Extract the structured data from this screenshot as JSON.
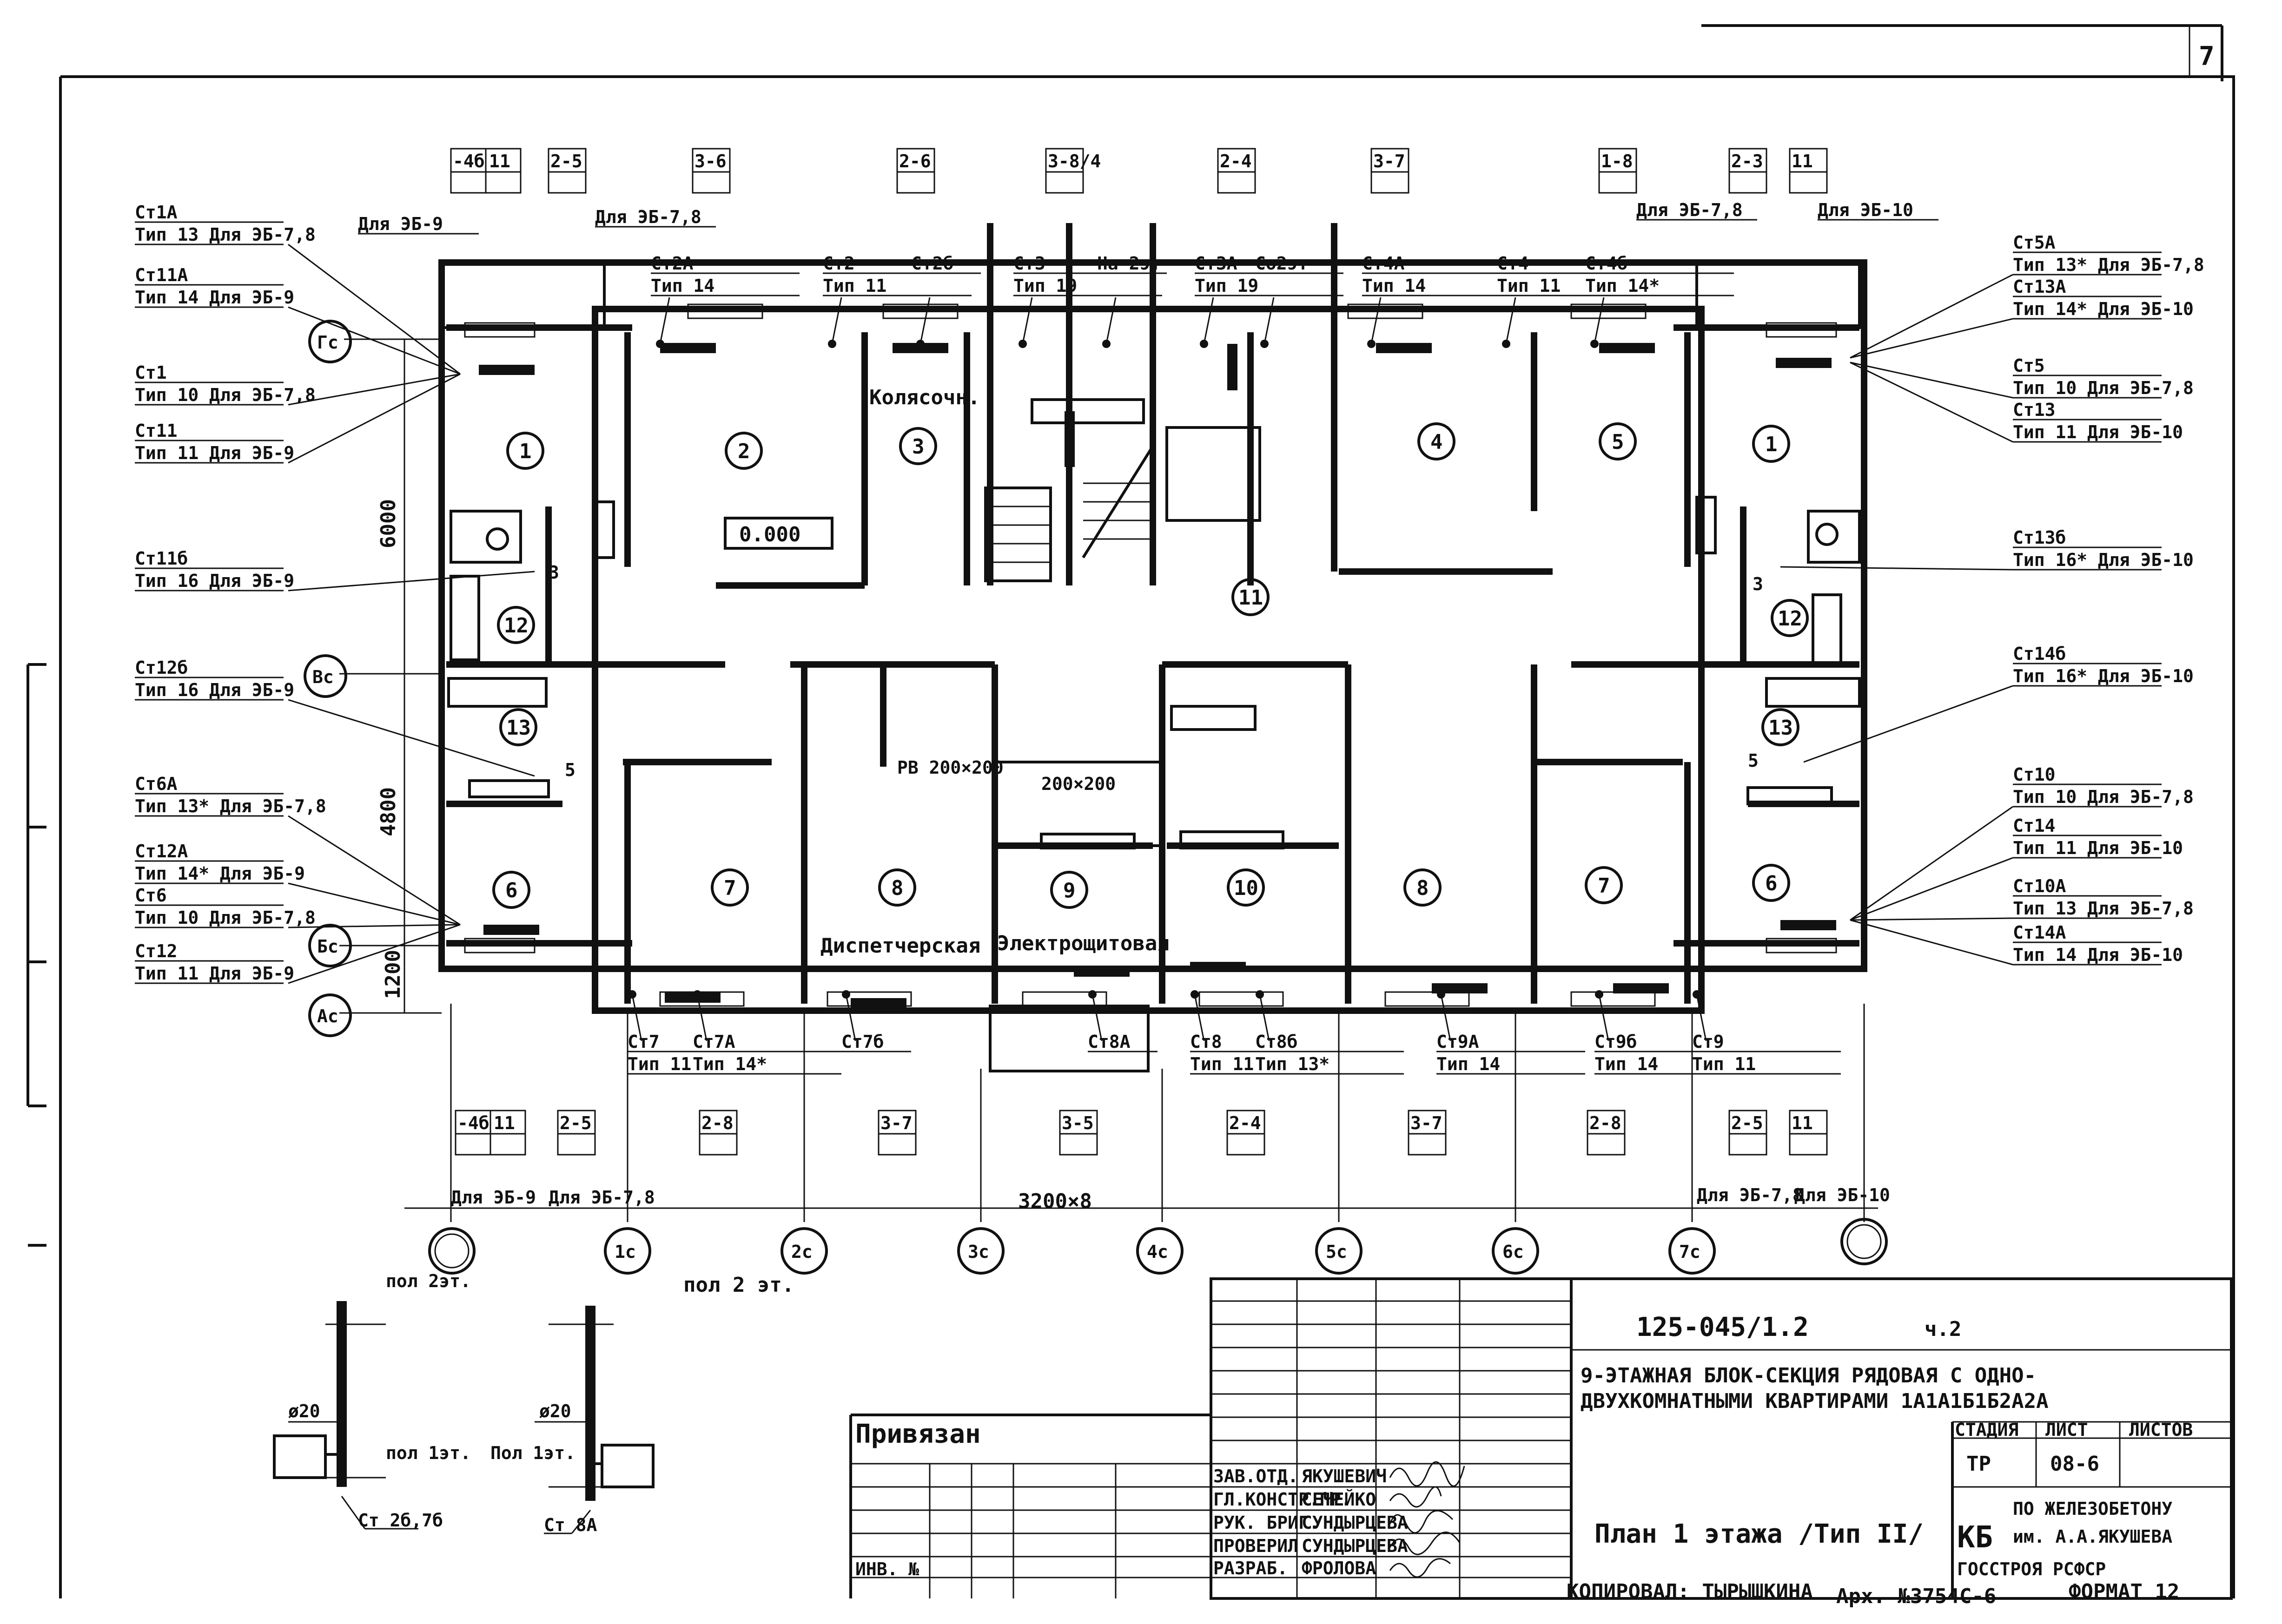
{
  "sheet_number": "7",
  "drawing_code": "125-045/1.2",
  "part": "ч.2",
  "title_line1": "9-ЭТАЖНАЯ БЛОК-СЕКЦИЯ РЯДОВАЯ С ОДНО-",
  "title_line2": "ДВУХКОМНАТНЫМИ КВАРТИРАМИ 1А1А1Б1Б2А2А",
  "sheet_title": "План 1 этажа /Тип II/",
  "stage_headers": [
    "СТАДИЯ",
    "ЛИСТ",
    "ЛИСТОВ"
  ],
  "stage": "ТР",
  "sheet_ref": "08-6",
  "org_logo": "КБ",
  "org_line1": "ПО ЖЕЛЕЗОБЕТОНУ",
  "org_line2": "им. А.А.ЯКУШЕВА",
  "org_line3": "ГОССТРОЯ РСФСР",
  "format": "ФОРМАТ 12",
  "copied_by": "КОПИРОВАЛ: ТЫРЫШКИНА",
  "archive_no": "Арх. №3754С-6",
  "privyazan": "Привязан",
  "inv_no": "ИНВ. №",
  "staff": [
    {
      "role": "ЗАВ.ОТД.",
      "name": "ЯКУШЕВИЧ"
    },
    {
      "role": "ГЛ.КОНСТР.ПР.",
      "name": "СЕЧЕЙКО"
    },
    {
      "role": "РУК. БРИГ.",
      "name": "СУНДЫРЦЕВА"
    },
    {
      "role": "ПРОВЕРИЛ",
      "name": "СУНДЫРЦЕВА"
    },
    {
      "role": "РАЗРАБ.",
      "name": "ФРОЛОВА"
    }
  ],
  "rooms": {
    "kolyasochn": "Колясочн.",
    "dispatch": "Диспетчерская",
    "electric": "Электрощитовая",
    "level": "0.000",
    "duct": "200×200",
    "numbers": [
      "1",
      "2",
      "3",
      "4",
      "5",
      "1",
      "11",
      "12",
      "12",
      "13",
      "13",
      "6",
      "7",
      "8",
      "9",
      "10",
      "8",
      "7",
      "6"
    ]
  },
  "dims": {
    "d6000": "6000",
    "d4800": "4800",
    "d1200": "1200",
    "span": "3200×8"
  },
  "axes_rows": [
    "Гс",
    "Вс",
    "Бс",
    "Ас"
  ],
  "axes_cols": [
    "1с",
    "2с",
    "3с",
    "4с",
    "5с",
    "6с",
    "7с"
  ],
  "top_boxes": [
    {
      "a": "-4б",
      "b": "11"
    },
    {
      "a": "2-5"
    },
    {
      "a": "3-6"
    },
    {
      "a": "2-6"
    },
    {
      "a": "3-8/4"
    },
    {
      "a": "2-4"
    },
    {
      "a": "3-7"
    },
    {
      "a": "1-8"
    },
    {
      "a": "2-3"
    },
    {
      "a": "11"
    }
  ],
  "top_notes": [
    "Для ЭБ-9",
    "Для ЭБ-7,8",
    "Для ЭБ-7,8",
    "Для ЭБ-10"
  ],
  "bottom_boxes": [
    {
      "a": "-4б",
      "b": "11"
    },
    {
      "a": "2-5"
    },
    {
      "a": "2-8"
    },
    {
      "a": "3-7"
    },
    {
      "a": "3-5"
    },
    {
      "a": "2-4"
    },
    {
      "a": "3-7"
    },
    {
      "a": "2-8"
    },
    {
      "a": "2-5"
    },
    {
      "a": "11"
    }
  ],
  "bottom_notes": [
    "Для ЭБ-9",
    "Для ЭБ-7,8",
    "Для ЭБ-7,8",
    "Для ЭБ-10"
  ],
  "left_callouts": [
    {
      "l1": "Ст1А",
      "l2": "Тип 13 Для ЭБ-7,8"
    },
    {
      "l1": "Ст11А",
      "l2": "Тип 14 Для ЭБ-9"
    },
    {
      "l1": "Ст1",
      "l2": "Тип 10 Для ЭБ-7,8"
    },
    {
      "l1": "Ст11",
      "l2": "Тип 11 Для ЭБ-9"
    },
    {
      "l1": "Ст11б",
      "l2": "Тип 16 Для ЭБ-9"
    },
    {
      "l1": "Ст12б",
      "l2": "Тип 16 Для ЭБ-9"
    },
    {
      "l1": "Ст6А",
      "l2": "Тип 13* Для ЭБ-7,8"
    },
    {
      "l1": "Ст12А",
      "l2": "Тип 14* Для ЭБ-9"
    },
    {
      "l1": "Ст6",
      "l2": "Тип 10 Для ЭБ-7,8"
    },
    {
      "l1": "Ст12",
      "l2": "Тип 11 Для ЭБ-9"
    }
  ],
  "right_callouts": [
    {
      "l1": "Ст5А",
      "l2": "Тип 13* Для ЭБ-7,8"
    },
    {
      "l1": "Ст13А",
      "l2": "Тип 14* Для ЭБ-10"
    },
    {
      "l1": "Ст5",
      "l2": "Тип 10 Для ЭБ-7,8"
    },
    {
      "l1": "Ст13",
      "l2": "Тип 11 Для ЭБ-10"
    },
    {
      "l1": "Ст13б",
      "l2": "Тип 16* Для ЭБ-10"
    },
    {
      "l1": "Ст14б",
      "l2": "Тип 16* Для ЭБ-10"
    },
    {
      "l1": "Ст10",
      "l2": "Тип 10 Для ЭБ-7,8"
    },
    {
      "l1": "Ст14",
      "l2": "Тип 11 Для ЭБ-10"
    },
    {
      "l1": "Ст10А",
      "l2": "Тип 13 Для ЭБ-7,8"
    },
    {
      "l1": "Ст14А",
      "l2": "Тип 14 Для ЭБ-10"
    }
  ],
  "top_risers": [
    {
      "l1": "Ст2А",
      "l2": "Тип 14"
    },
    {
      "l1": "Ст2",
      "l2": "Тип 11"
    },
    {
      "l1": "Ст2б",
      "l2": ""
    },
    {
      "l1": "Ст3",
      "l2": "Тип 19"
    },
    {
      "l1": "На 2эт",
      "l2": ""
    },
    {
      "l1": "Ст3А",
      "l2": "Тип 19"
    },
    {
      "l1": "Со2эт",
      "l2": ""
    },
    {
      "l1": "Ст4А",
      "l2": "Тип 14"
    },
    {
      "l1": "Ст4",
      "l2": "Тип 11"
    },
    {
      "l1": "Ст4б",
      "l2": "Тип 14*"
    }
  ],
  "bottom_risers": [
    {
      "l1": "Ст7",
      "l2": "Тип 11"
    },
    {
      "l1": "Ст7А",
      "l2": "Тип 14*"
    },
    {
      "l1": "Ст7б",
      "l2": ""
    },
    {
      "l1": "Ст8А",
      "l2": ""
    },
    {
      "l1": "Ст8",
      "l2": "Тип 11"
    },
    {
      "l1": "Ст8б",
      "l2": "Тип 13*"
    },
    {
      "l1": "Ст9А",
      "l2": "Тип 14"
    },
    {
      "l1": "Ст9б",
      "l2": "Тип 14"
    },
    {
      "l1": "Ст9",
      "l2": "Тип 11"
    }
  ],
  "riser_marks": {
    "r3a": "3",
    "r3b": "3",
    "r5a": "5",
    "r5b": "5",
    "pb": "РВ 200×200"
  },
  "details": {
    "floor2a": "пол 2эт.",
    "floor2b": "пол 2 эт.",
    "floor1a": "пол 1эт.",
    "floor1b": "Пол 1эт.",
    "dia_a": "ø20",
    "dia_b": "ø20",
    "cap_a": "Ст 2б,7б",
    "cap_b": "Ст 8А"
  }
}
